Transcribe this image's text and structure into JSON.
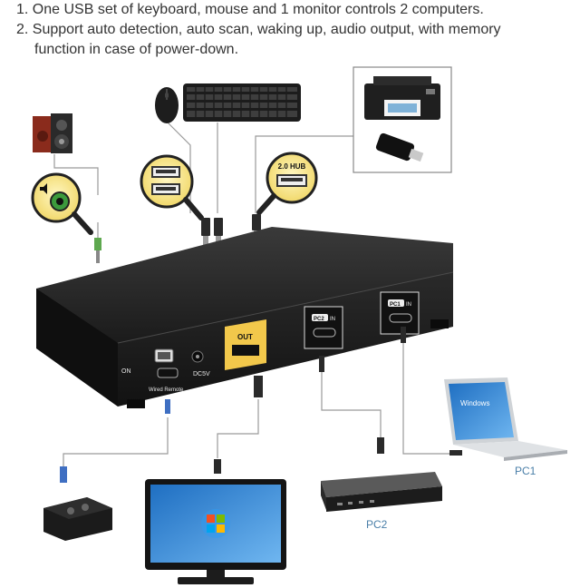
{
  "notes": [
    "1. One USB set of keyboard, mouse and 1 monitor controls 2 computers.",
    "2. Support auto detection, auto scan, waking up, audio output, with memory",
    "function in case of power-down."
  ],
  "labels": {
    "hub": "2.0 HUB",
    "on": "ON",
    "dc": "DC5V",
    "wired_remote": "Wired Remote",
    "out": "OUT",
    "pc2_in": "PC2",
    "pc1_in": "PC1",
    "in_suffix": "IN",
    "windows": "Windows",
    "pc1": "PC1",
    "pc2": "PC2"
  },
  "colors": {
    "box": "#1f1f1f",
    "port_gold": "#f2c84b",
    "cable": "#777777",
    "label_blue": "#4a7fa8",
    "screen_blue": "#2f7fc9"
  }
}
